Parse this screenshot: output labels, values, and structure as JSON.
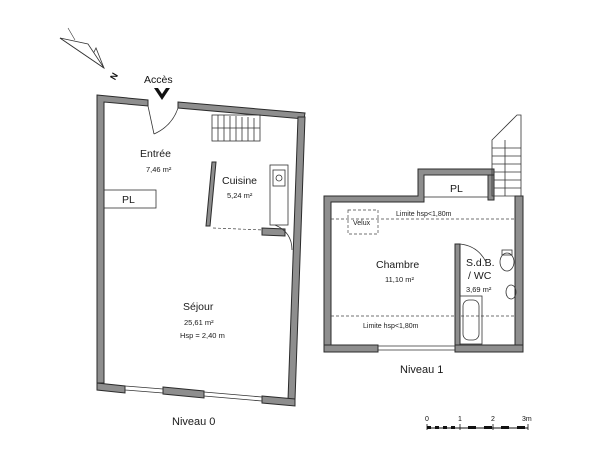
{
  "access_label": "Accès",
  "compass": {
    "letter": "N"
  },
  "level0": {
    "title": "Niveau 0",
    "rooms": [
      {
        "name": "Entrée",
        "area": "7,46 m²"
      },
      {
        "name": "Cuisine",
        "area": "5,24 m²"
      },
      {
        "name": "Séjour",
        "area": "25,61 m²",
        "extra": "Hsp = 2,40 m"
      }
    ],
    "closet": "PL"
  },
  "level1": {
    "title": "Niveau 1",
    "rooms": [
      {
        "name": "Chambre",
        "area": "11,10 m²"
      },
      {
        "name": "S.d.B.",
        "name2": "/ WC",
        "area": "3,69 m²"
      }
    ],
    "closet": "PL",
    "velux": "Velux",
    "limit_top": "Limite hsp<1,80m",
    "limit_bottom": "Limite hsp<1,80m"
  },
  "scale": {
    "labels": [
      "0",
      "1",
      "2",
      "3m"
    ]
  },
  "colors": {
    "wall": "#8e8e8e",
    "line": "#2b2b2b"
  }
}
